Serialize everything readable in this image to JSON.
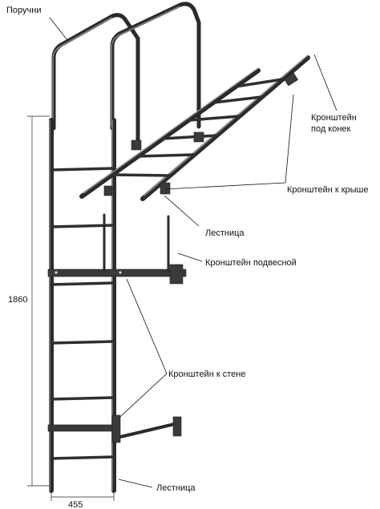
{
  "labels": {
    "handrails": "Поручни",
    "ridge_bracket_line1": "Кронштейн",
    "ridge_bracket_line2": "под конек",
    "roof_bracket": "Кронштейн к крыше",
    "ladder_top": "Лестница",
    "hanging_bracket": "Кронштейн подвесной",
    "wall_bracket": "Кронштейн к стене",
    "ladder_bottom": "Лестница"
  },
  "dimensions": {
    "height": "1860",
    "width": "455"
  },
  "colors": {
    "metal_dark": "#2b2b2b",
    "metal_highlight": "#9a9a9a",
    "text": "#111111"
  }
}
